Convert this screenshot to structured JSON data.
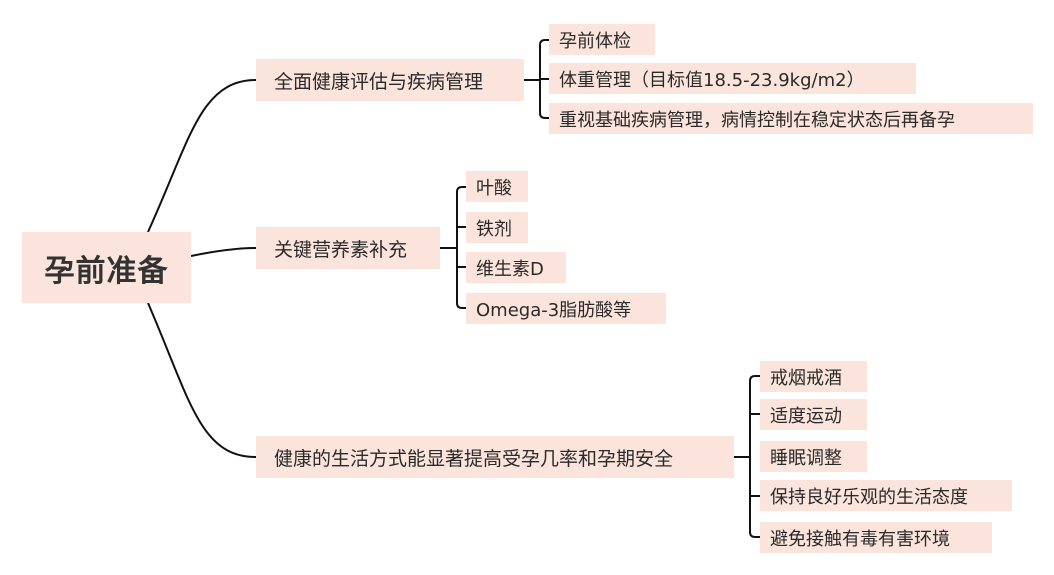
{
  "root": {
    "label": "孕前准备"
  },
  "branches": [
    {
      "label": "全面健康评估与疾病管理",
      "children": [
        {
          "label": "孕前体检"
        },
        {
          "label": "体重管理（目标值18.5-23.9kg/m2）"
        },
        {
          "label": "重视基础疾病管理，病情控制在稳定状态后再备孕"
        }
      ]
    },
    {
      "label": "关键营养素补充",
      "children": [
        {
          "label": "叶酸"
        },
        {
          "label": "铁剂"
        },
        {
          "label": "维生素D"
        },
        {
          "label": "Omega-3脂肪酸等"
        }
      ]
    },
    {
      "label": "健康的生活方式能显著提高受孕几率和孕期安全",
      "children": [
        {
          "label": "戒烟戒酒"
        },
        {
          "label": "适度运动"
        },
        {
          "label": "睡眠调整"
        },
        {
          "label": "保持良好乐观的生活态度"
        },
        {
          "label": "避免接触有毒有害环境"
        }
      ]
    }
  ],
  "colors": {
    "node_fill": "#fbe4db",
    "line": "#111111",
    "text": "#2a2a2a"
  }
}
